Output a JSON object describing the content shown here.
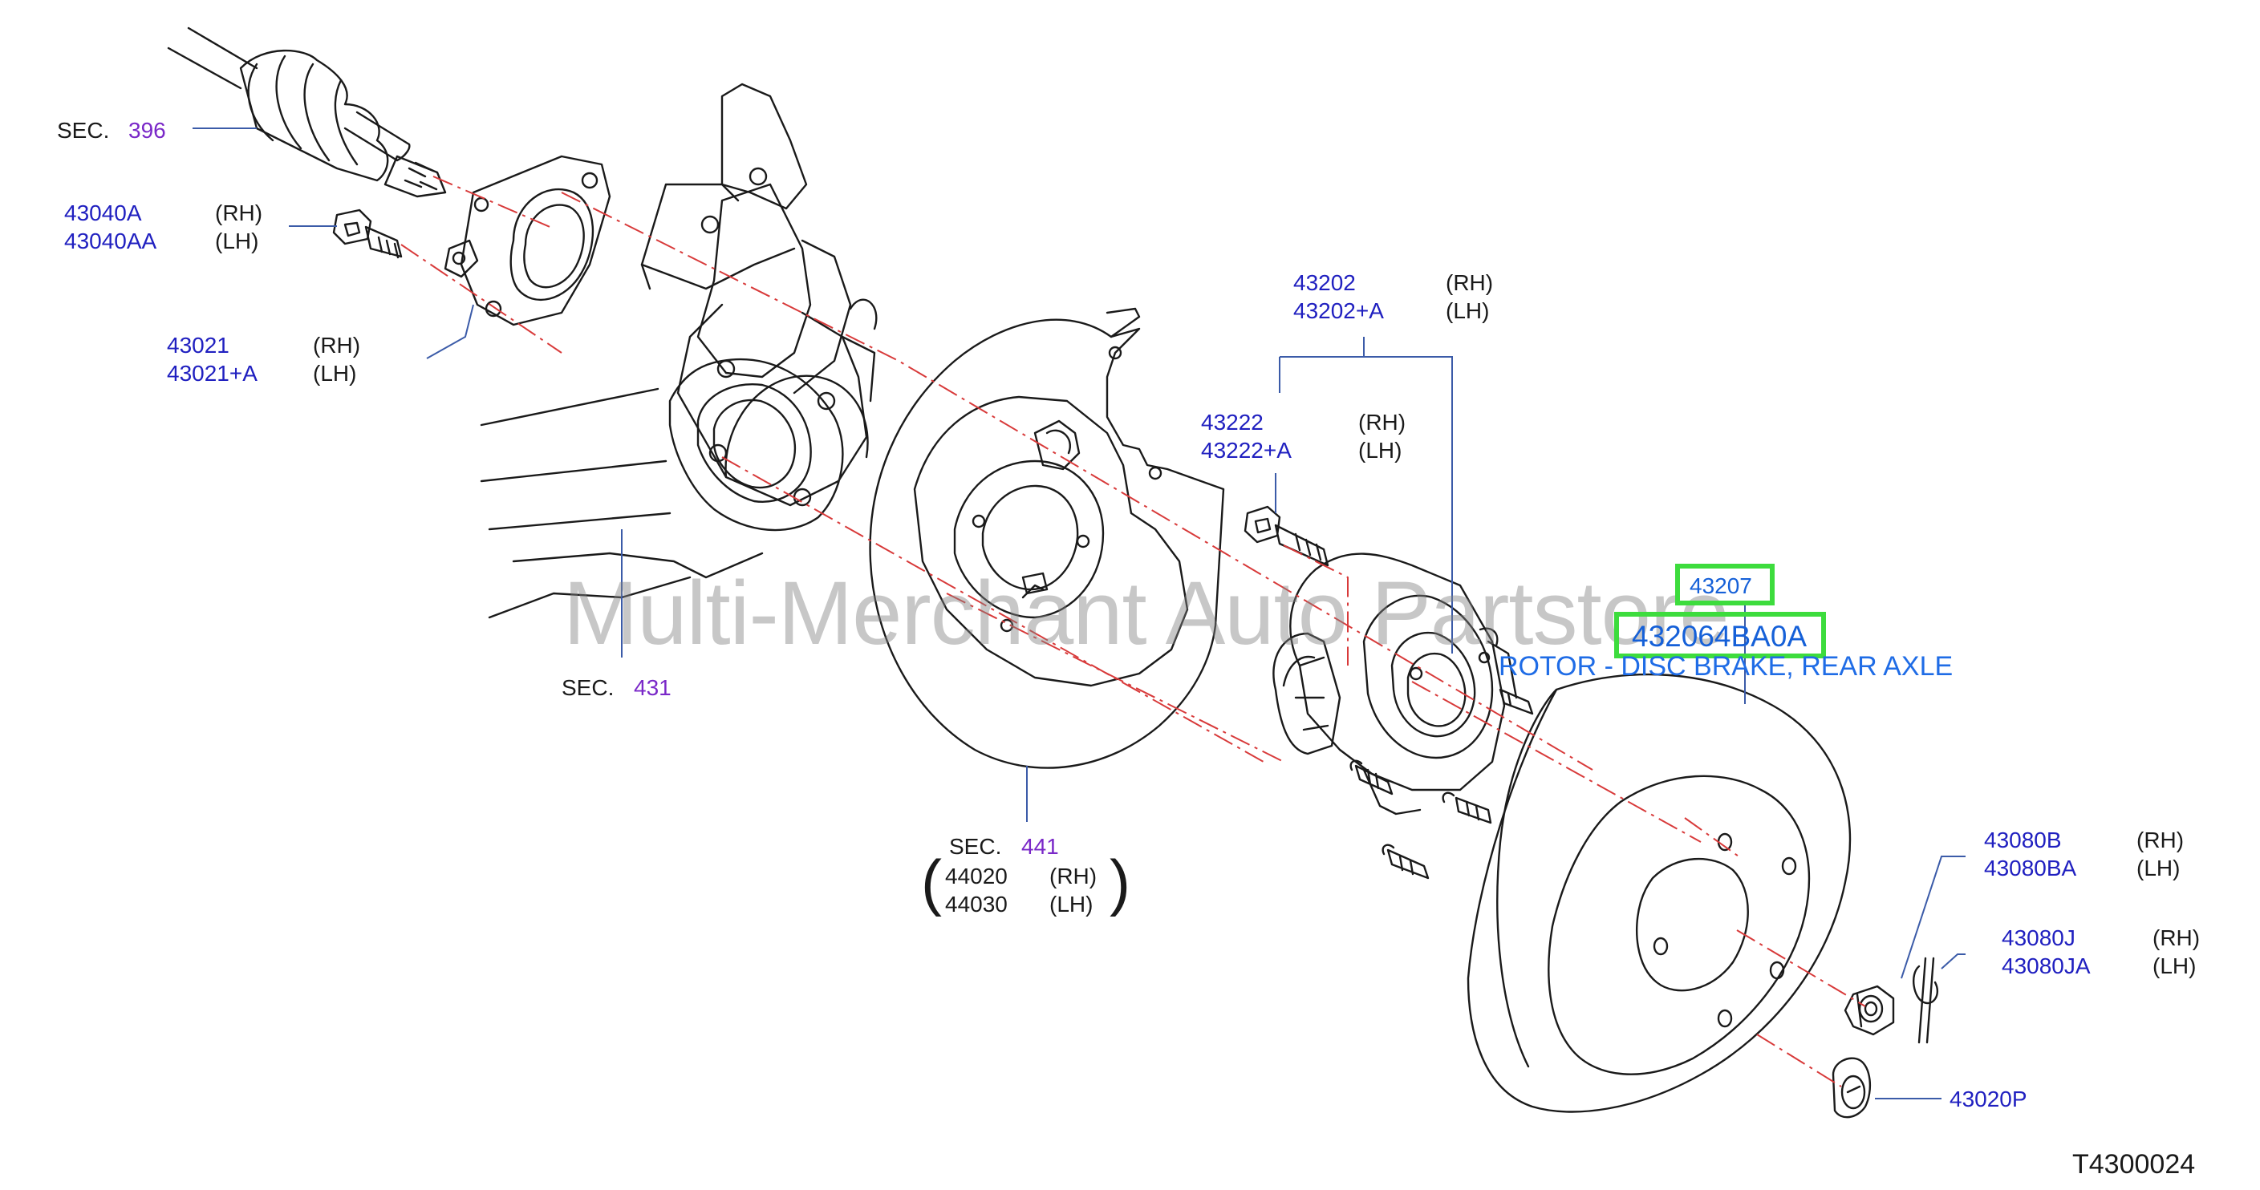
{
  "watermark": "Multi-Merchant Auto Partstore",
  "diagram_ref": "T4300024",
  "highlighted": {
    "code": "43207",
    "part_number": "432064BA0A",
    "description": "ROTOR - DISC BRAKE, REAR AXLE"
  },
  "sections": [
    {
      "prefix": "SEC.",
      "number": "396"
    },
    {
      "prefix": "SEC.",
      "number": "431"
    },
    {
      "prefix": "SEC.",
      "number": "441"
    }
  ],
  "sec441_sub": [
    {
      "part": "44020",
      "side": "(RH)"
    },
    {
      "part": "44030",
      "side": "(LH)"
    }
  ],
  "parts": [
    {
      "part": "43040A",
      "side": "(RH)"
    },
    {
      "part": "43040AA",
      "side": "(LH)"
    },
    {
      "part": "43021",
      "side": "(RH)"
    },
    {
      "part": "43021+A",
      "side": "(LH)"
    },
    {
      "part": "43202",
      "side": "(RH)"
    },
    {
      "part": "43202+A",
      "side": "(LH)"
    },
    {
      "part": "43222",
      "side": "(RH)"
    },
    {
      "part": "43222+A",
      "side": "(LH)"
    },
    {
      "part": "43080B",
      "side": "(RH)"
    },
    {
      "part": "43080BA",
      "side": "(LH)"
    },
    {
      "part": "43080J",
      "side": "(RH)"
    },
    {
      "part": "43080JA",
      "side": "(LH)"
    },
    {
      "part": "43020P",
      "side": ""
    }
  ],
  "colors": {
    "part_text": "#2020c0",
    "section_number": "#7a28c8",
    "highlight_border": "#3ddc3d",
    "description_text": "#1f6ce6",
    "centerline": "#d83a3a",
    "leader": "#3b5ba8"
  }
}
